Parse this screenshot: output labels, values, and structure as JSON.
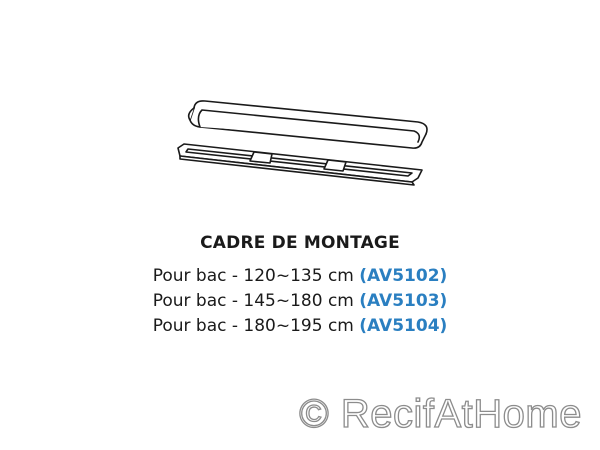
{
  "product": {
    "title": "CADRE DE MONTAGE",
    "items": [
      {
        "label": "Pour bac - 120~135 cm",
        "code": "(AV5102)"
      },
      {
        "label": "Pour bac - 145~180 cm",
        "code": "(AV5103)"
      },
      {
        "label": "Pour bac - 180~195 cm",
        "code": "(AV5104)"
      }
    ]
  },
  "watermark": {
    "text": "© RecifAtHome"
  },
  "colors": {
    "code": "#2a7fc1",
    "text": "#1a1a1a",
    "watermark_outline": "#8c8c8c"
  },
  "icons": {
    "illustration": "mounting-frame-drawing"
  }
}
